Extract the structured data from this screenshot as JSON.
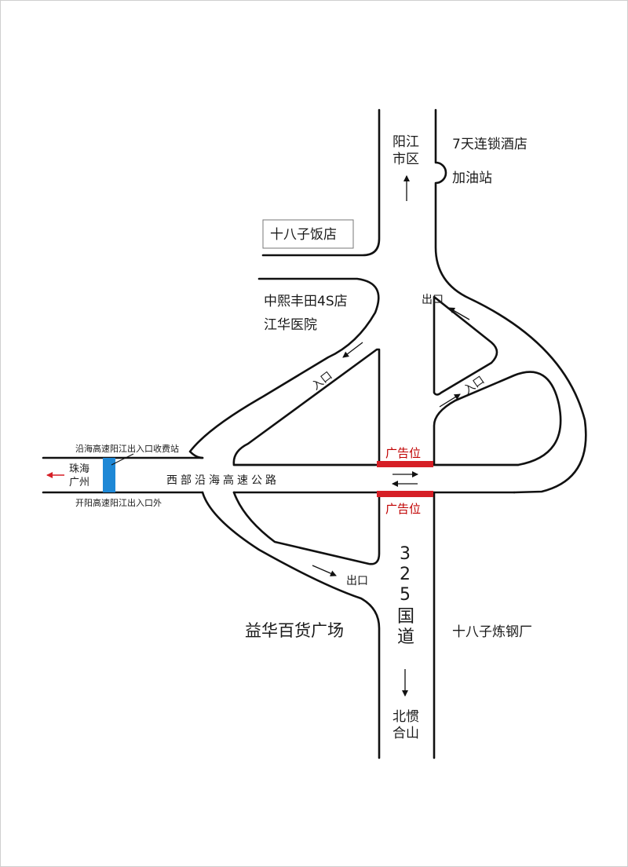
{
  "labels": {
    "yangjiang": [
      "阳江",
      "市区"
    ],
    "hotel": "7天连锁酒店",
    "gas": "加油站",
    "restaurant": "十八子饭店",
    "toyota": "中熙丰田4S店",
    "hospital": "江华医院",
    "exit": "出口",
    "entry": "入口",
    "ad": "广告位",
    "toll": "沿海高速阳江出入口收费站",
    "toll_sub": "开阳高速阳江出入口外",
    "zhuhai": [
      "珠海",
      "广州"
    ],
    "highway": "西部沿海高速公路",
    "route325": [
      "3",
      "2",
      "5",
      "国",
      "道"
    ],
    "mall": "益华百货广场",
    "steel": "十八子炼钢厂",
    "beiguan": [
      "北惯",
      "合山"
    ]
  },
  "colors": {
    "road": "#111111",
    "ad_bar": "#d61f26",
    "toll_bar": "#1e88d6",
    "west_arrow": "#d61f26"
  },
  "icons": [
    "arrow-up-icon",
    "arrow-down-icon",
    "arrow-left-icon",
    "two-way-arrow-icon"
  ]
}
